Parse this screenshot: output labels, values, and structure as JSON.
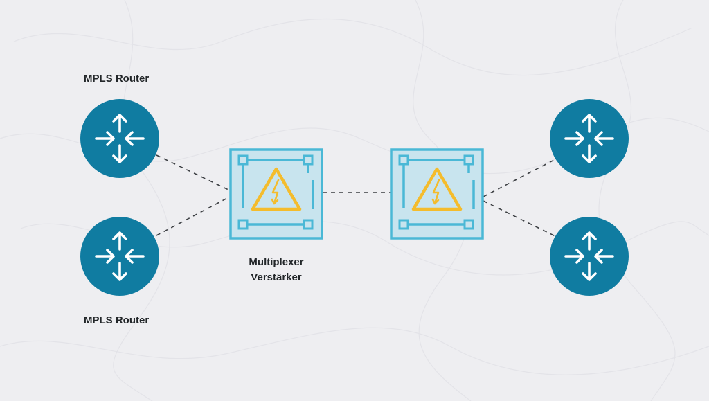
{
  "colors": {
    "background": "#eeeef1",
    "router_fill": "#107ca1",
    "router_arrow": "#ffffff",
    "multiplexer_outline": "#4ab8d6",
    "multiplexer_fill": "#c8e4ee",
    "warning_yellow": "#f4bc2c",
    "connector": "#3b3e42",
    "text": "#222629"
  },
  "icons": {
    "router": "router-arrows-icon",
    "multiplexer": "multiplexer-box-icon",
    "warning": "high-voltage-warning-icon"
  },
  "labels": {
    "router_top": "MPLS Router",
    "router_bottom": "MPLS Router",
    "multiplexer_line1": "Multiplexer",
    "multiplexer_line2": "Verstärker"
  }
}
